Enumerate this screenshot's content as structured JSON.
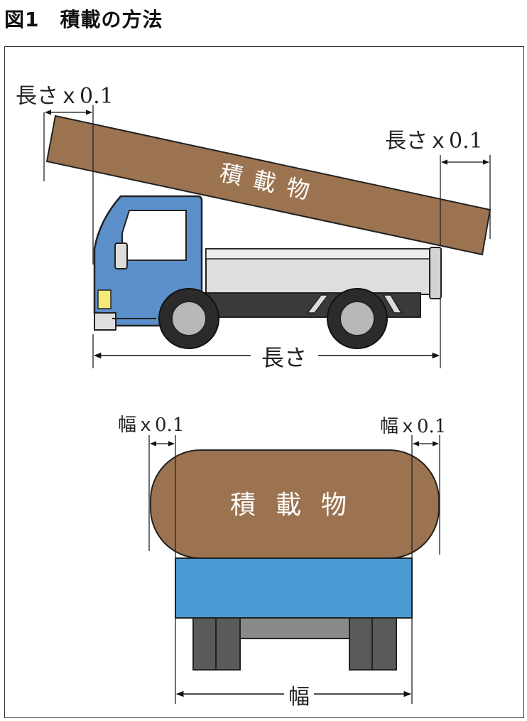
{
  "figure_title": "図1　積載の方法",
  "side_view": {
    "overhang_left_label": "長さｘ0.1",
    "overhang_right_label": "長さｘ0.1",
    "cargo_label": "積載物",
    "length_label": "長さ"
  },
  "rear_view": {
    "overhang_left_label": "幅ｘ0.1",
    "overhang_right_label": "幅ｘ0.1",
    "cargo_label": "積載物",
    "width_label": "幅"
  },
  "colors": {
    "cargo": "#9c7350",
    "cab": "#5b8fc9",
    "rear_body": "#4a9ad4",
    "bed": "#dedede",
    "tire": "#3a3a3a",
    "light": "#f6e97a"
  }
}
